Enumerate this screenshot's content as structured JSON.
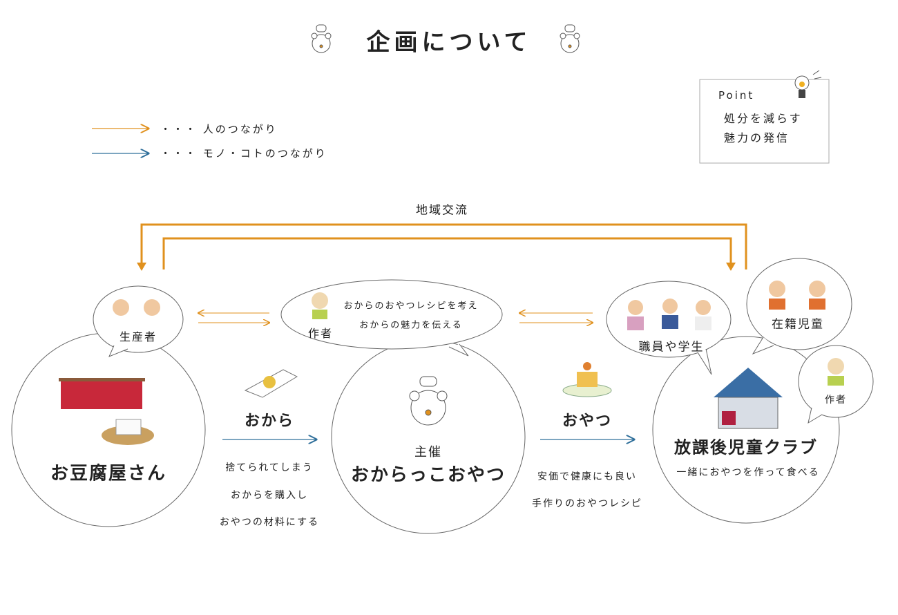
{
  "title": "企画について",
  "legend": {
    "people": "・・・ 人のつながり",
    "things": "・・・ モノ・コトのつながり",
    "people_color": "#e0911e",
    "things_color": "#2f6f9a"
  },
  "point": {
    "heading": "Point",
    "lines": [
      "処分を減らす",
      "魅力の発信"
    ]
  },
  "community": "地域交流",
  "tofu": {
    "bubble": "生産者",
    "name": "お豆腐屋さん"
  },
  "okara": {
    "label": "おから",
    "lines": [
      "捨てられてしまう",
      "おからを購入し",
      "おやつの材料にする"
    ]
  },
  "center": {
    "bubble_person": "作者",
    "bubble_lines": [
      "おからのおやつレシピを考え",
      "おからの魅力を伝える"
    ],
    "role": "主催",
    "name": "おからっこおやつ"
  },
  "oyatsu": {
    "label": "おやつ",
    "lines": [
      "安価で健康にも良い",
      "手作りのおやつレシピ"
    ]
  },
  "club": {
    "bubble_staff": "職員や学生",
    "bubble_children": "在籍児童",
    "bubble_author": "作者",
    "name": "放課後児童クラブ",
    "desc": "一緒におやつを作って食べる"
  }
}
